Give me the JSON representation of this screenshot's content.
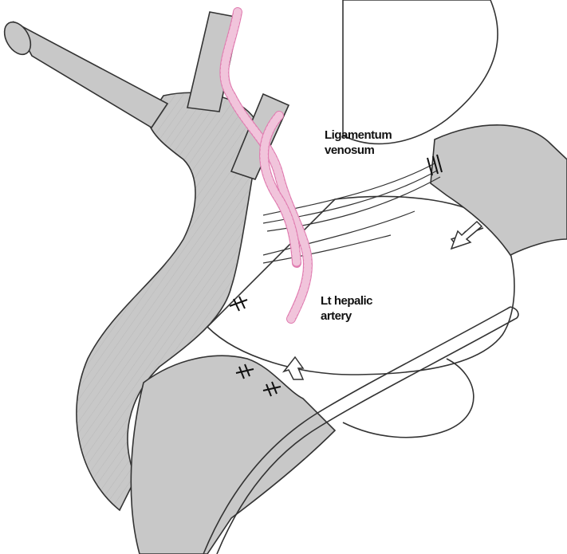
{
  "labels": {
    "ligamentum_venosum": [
      "Ligamentum",
      "venosum"
    ],
    "lt_hepatic_artery": [
      "Lt hepalic",
      "artery"
    ]
  },
  "colors": {
    "vessel_fill": "#c8c8c8",
    "artery": "#e07cb0",
    "outline": "#333333",
    "background": "#ffffff"
  },
  "icons": [
    "retraction-arrow-icon",
    "suture-mark-icon",
    "forceps-instrument"
  ]
}
